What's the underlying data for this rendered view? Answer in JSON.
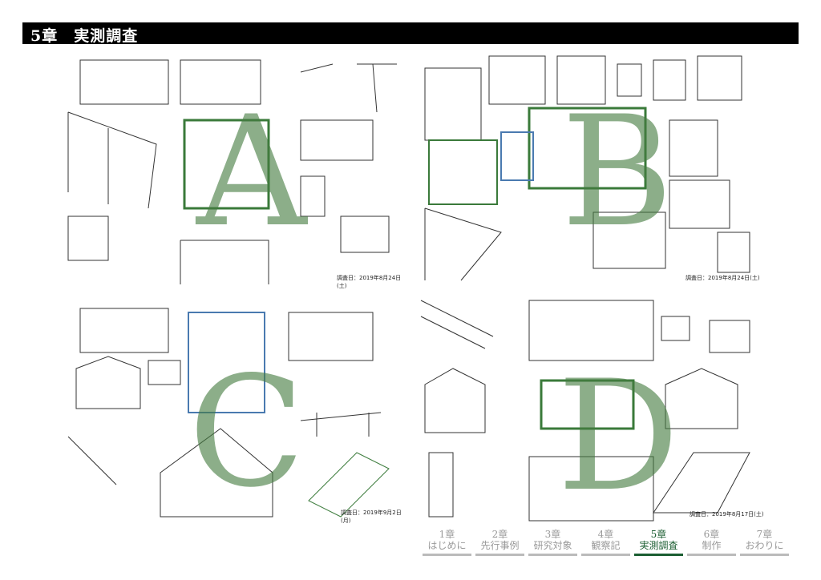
{
  "header": {
    "title": "5章　実測調査"
  },
  "sections": [
    {
      "letter": "A",
      "survey_date": "調査日：2019年8月24日(土)"
    },
    {
      "letter": "B",
      "survey_date": "調査日：2019年8月24日(土)"
    },
    {
      "letter": "C",
      "survey_date": "調査日：2019年9月2日(月)"
    },
    {
      "letter": "D",
      "survey_date": "調査日：2019年8月17日(土)"
    }
  ],
  "nav": [
    {
      "num": "1章",
      "label": "はじめに"
    },
    {
      "num": "2章",
      "label": "先行事例"
    },
    {
      "num": "3章",
      "label": "研究対象"
    },
    {
      "num": "4章",
      "label": "観察記"
    },
    {
      "num": "5章",
      "label": "実測調査",
      "active": true
    },
    {
      "num": "6章",
      "label": "制作"
    },
    {
      "num": "7章",
      "label": "おわりに"
    }
  ],
  "colors": {
    "accent": "#1b5e32",
    "letter": "#467d41"
  }
}
